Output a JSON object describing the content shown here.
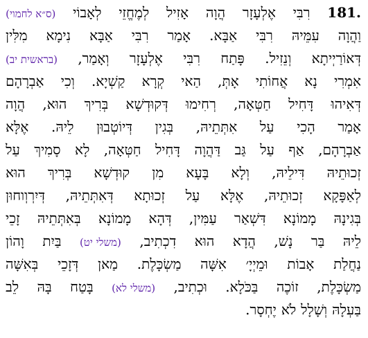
{
  "paragraph": {
    "number": "181.",
    "lines": [
      [
        "רִבִּי",
        "אֶלְעָזָר",
        "הֲוָה",
        "אָזִיל",
        "לְמֶחֱזֵי",
        "לְאָבוֹי",
        "(ס״א לחמוי)"
      ],
      [
        "וַהֲוָה",
        "עִמֵּיהּ",
        "רִבִּי",
        "אַבָּא.",
        "אָמַר",
        "רִבִּי",
        "אַבָּא",
        "נִימָא",
        "מִלִּין"
      ],
      [
        "דְּאוֹרַיְיתָא",
        "וְנֵזִיל.",
        "פָּתַח",
        "רִבִּי",
        "אֶלְעָזָר",
        "וְאָמַר,",
        "(בראשית יב)"
      ],
      [
        "אִמְרִי",
        "נָא",
        "אֲחוֹתִי",
        "אָתְּ,",
        "הַאי",
        "קְרָא",
        "קַשְׁיָא.",
        "וְכִי",
        "אַבְרָהָם"
      ],
      [
        "דְּאִיהוּ",
        "דָּחִיל",
        "חַטְּאָה,",
        "רְחִימוּ",
        "דְּקוּדְשָׁא",
        "בְּרִיךְ",
        "הוּא,",
        "הֲוָה"
      ],
      [
        "אָמַר",
        "הָכִי",
        "עַל",
        "אִתְּתֵיהּ,",
        "בְּגִין",
        "דְּיוֹטְבוּן",
        "לֵיהּ.",
        "אֶלָּא"
      ],
      [
        "אַבְרָהָם,",
        "אַף",
        "עַל",
        "גַּב",
        "דַּהֲוָה",
        "דָּחִיל",
        "חַטְּאָה,",
        "לָא",
        "סָמִיךְ",
        "עַל"
      ],
      [
        "זְכוּתֵיהּ",
        "דִּילֵיהּ,",
        "וְלָא",
        "בָּעָא",
        "מִן",
        "קוּדְשָׁא",
        "בְּרִיךְ",
        "הוּא"
      ],
      [
        "לְאַפָּקָא",
        "זְכוּתֵיהּ,",
        "אֶלָּא",
        "עַל",
        "זְכוּתָא",
        "דְּאִתְּתֵיהּ,",
        "דְּיִרְוְוחוּן"
      ],
      [
        "בְּגִינָהּ",
        "מָמוֹנָא",
        "דִּשְׁאַר",
        "עַמִּין,",
        "דְּהָא",
        "מָמוֹנָא",
        "בְּאִתְּתֵיהּ",
        "זָכֵי"
      ],
      [
        "לֵיהּ",
        "בַּר",
        "נָשׁ,",
        "הֲדָא",
        "הוּא",
        "דִכְתִיב,",
        "(משלי יט)",
        "בַּיִת",
        "וָהוֹן"
      ],
      [
        "נַחֲלַת",
        "אָבוֹת",
        "וּמֵיְיָ׳",
        "אִשָּׁה",
        "מַשְׂכָּלֶת.",
        "מַאן",
        "דְּזָכֵי",
        "בְּאִשָּׁה"
      ],
      [
        "מַשְׂכָּלֶת,",
        "זוֹכֶה",
        "בַּכֹּלָא.",
        "וּכְתִיב,",
        "(משלי לא)",
        "בָּטַח",
        "בָּהּ",
        "לֵב"
      ],
      [
        "בַּעְלָהּ",
        "וְשָׁלָל",
        "לֹא",
        "יֶחְסָר."
      ]
    ]
  }
}
